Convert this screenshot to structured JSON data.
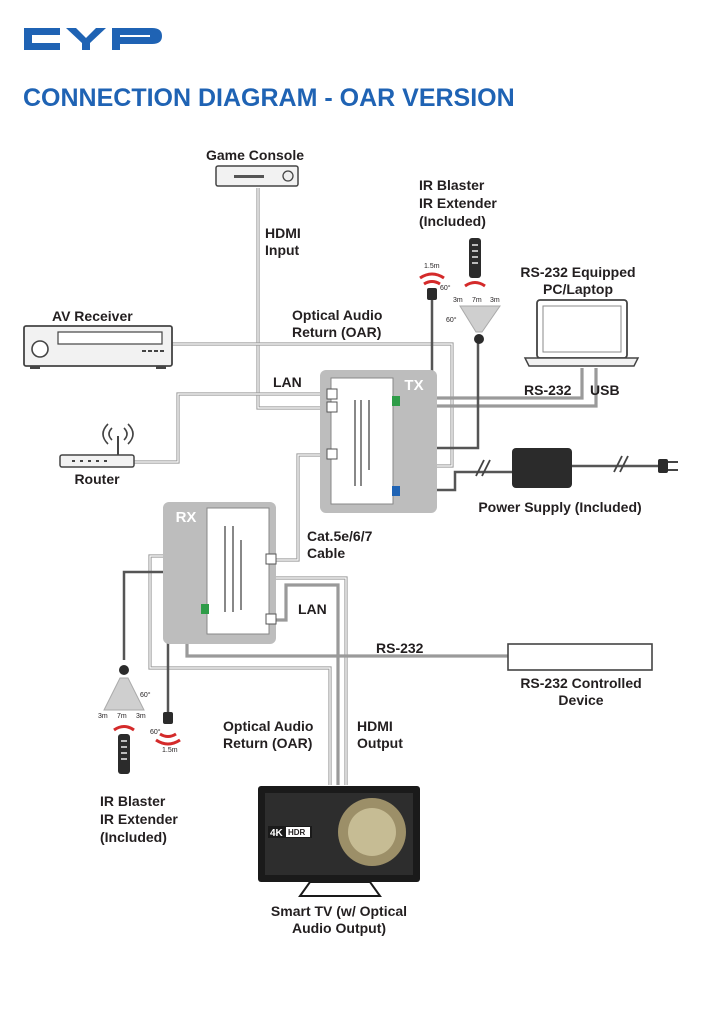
{
  "brand": {
    "logo_text": "CYP",
    "color": "#1f63b4"
  },
  "title": "CONNECTION DIAGRAM - OAR VERSION",
  "colors": {
    "title": "#1f63b4",
    "box": "#bdbdbd",
    "cable": "#9a9a9a",
    "ir_red": "#d42a2a"
  },
  "devices": {
    "game_console": "Game Console",
    "av_receiver": "AV Receiver",
    "router": "Router",
    "pc": [
      "RS-232 Equipped",
      "PC/Laptop"
    ],
    "power_supply": "Power Supply (Included)",
    "rs232_device": [
      "RS-232 Controlled",
      "Device"
    ],
    "tv": [
      "Smart TV (w/ Optical",
      "Audio Output)"
    ],
    "tx": "TX",
    "rx": "RX",
    "ir_top": [
      "IR Blaster",
      "IR Extender",
      "(Included)"
    ],
    "ir_bottom": [
      "IR Blaster",
      "IR Extender",
      "(Included)"
    ]
  },
  "labels": {
    "hdmi_input": [
      "HDMI",
      "Input"
    ],
    "optical_top": [
      "Optical Audio",
      "Return (OAR)"
    ],
    "lan_top": "LAN",
    "rs232_top": "RS-232",
    "usb": "USB",
    "cat": [
      "Cat.5e/6/7",
      "Cable"
    ],
    "lan_bottom": "LAN",
    "rs232_bottom": "RS-232",
    "optical_bottom": [
      "Optical Audio",
      "Return (OAR)"
    ],
    "hdmi_output": [
      "HDMI",
      "Output"
    ]
  },
  "ir_specs": {
    "top_range": "1.5m",
    "top_angle": "60°",
    "top_dist": [
      "3m",
      "7m",
      "3m"
    ],
    "top_angle2": "60°",
    "bottom_dist": [
      "3m",
      "7m",
      "3m"
    ],
    "bottom_angle": "60°",
    "bottom_angle2": "60°",
    "bottom_range": "1.5m"
  },
  "tv_badge": {
    "k": "4K",
    "hdr": "HDR"
  }
}
